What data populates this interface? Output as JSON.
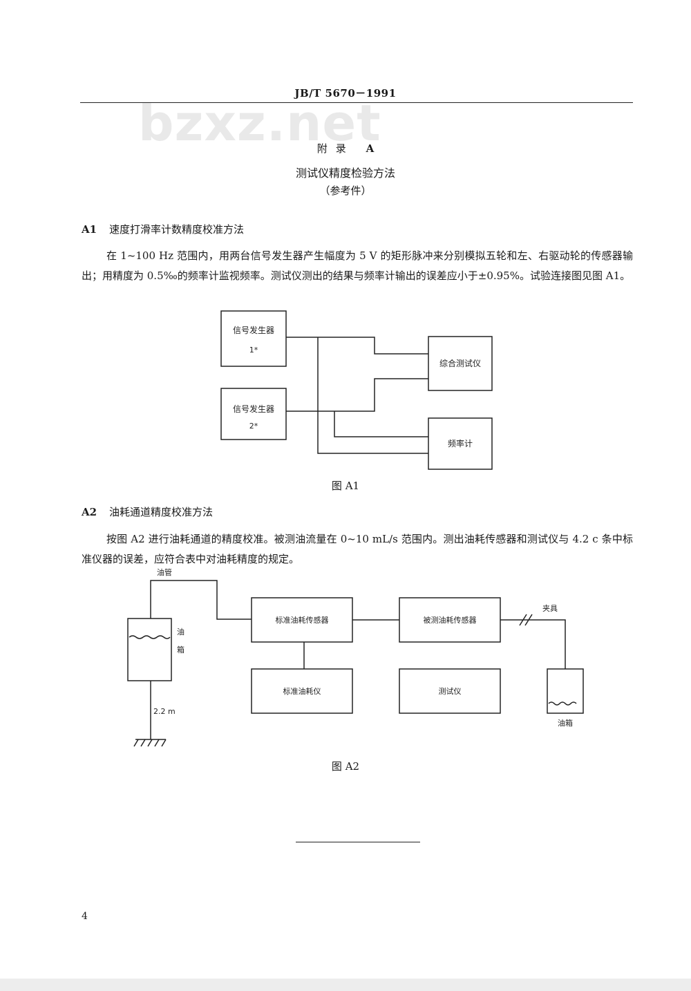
{
  "header": {
    "standard_code": "JB/T  5670－1991",
    "watermark": "bzxz.net"
  },
  "appendix": {
    "label_prefix": "附录",
    "label_letter": "A",
    "title": "测试仪精度检验方法",
    "note": "（参考件）"
  },
  "section_a1": {
    "number": "A1",
    "title": "速度打滑率计数精度校准方法",
    "paragraph": "在 1~100 Hz 范围内，用两台信号发生器产生幅度为 5 V 的矩形脉冲来分别模拟五轮和左、右驱动轮的传感器输出；用精度为 0.5‰的频率计监视频率。测试仪测出的结果与频率计输出的误差应小于±0.95%。试验连接图见图 A1。"
  },
  "figure_a1": {
    "caption": "图 A1",
    "boxes": {
      "gen1_line1": "信号发生器",
      "gen1_line2": "1*",
      "gen2_line1": "信号发生器",
      "gen2_line2": "2*",
      "tester": "综合测试仪",
      "freq_meter": "频率计"
    }
  },
  "section_a2": {
    "number": "A2",
    "title": "油耗通道精度校准方法",
    "paragraph": "按图 A2 进行油耗通道的精度校准。被测油流量在 0~10 mL/s 范围内。测出油耗传感器和测试仪与 4.2 c 条中标准仪器的误差，应符合表中对油耗精度的规定。"
  },
  "figure_a2": {
    "caption": "图 A2",
    "labels": {
      "pipe": "油管",
      "tank_left_1": "油",
      "tank_left_2": "箱",
      "height": "2.2 m",
      "std_sensor": "标准油耗传感器",
      "test_sensor": "被测油耗传感器",
      "clamp": "夹具",
      "std_meter": "标准油耗仪",
      "tester": "测试仪",
      "tank_right": "油箱"
    }
  },
  "footer": {
    "page_number": "4"
  }
}
